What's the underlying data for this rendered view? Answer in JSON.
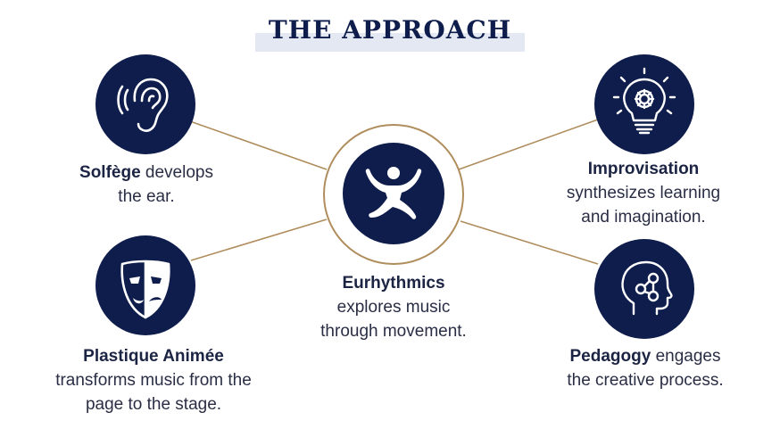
{
  "title": "THE APPROACH",
  "colors": {
    "navy": "#0e1d4b",
    "connector": "#b08d5c",
    "title_band": "#e3e8f3",
    "text": "#2a2e45"
  },
  "nodes": {
    "solfege": {
      "icon": "ear-icon",
      "bold": "Solfège",
      "rest": " develops",
      "line2": "the ear."
    },
    "plastique": {
      "icon": "theater-mask-icon",
      "bold": "Plastique Animée",
      "line2": "transforms music from the",
      "line3": "page to the stage."
    },
    "eurhythmics": {
      "icon": "dancing-figure-icon",
      "bold": "Eurhythmics",
      "line2": "explores music",
      "line3": "through movement."
    },
    "improvisation": {
      "icon": "lightbulb-gear-icon",
      "bold": "Improvisation",
      "line2": "synthesizes learning",
      "line3": "and imagination."
    },
    "pedagogy": {
      "icon": "head-network-icon",
      "bold": "Pedagogy",
      "rest": " engages",
      "line2": "the creative process."
    }
  }
}
